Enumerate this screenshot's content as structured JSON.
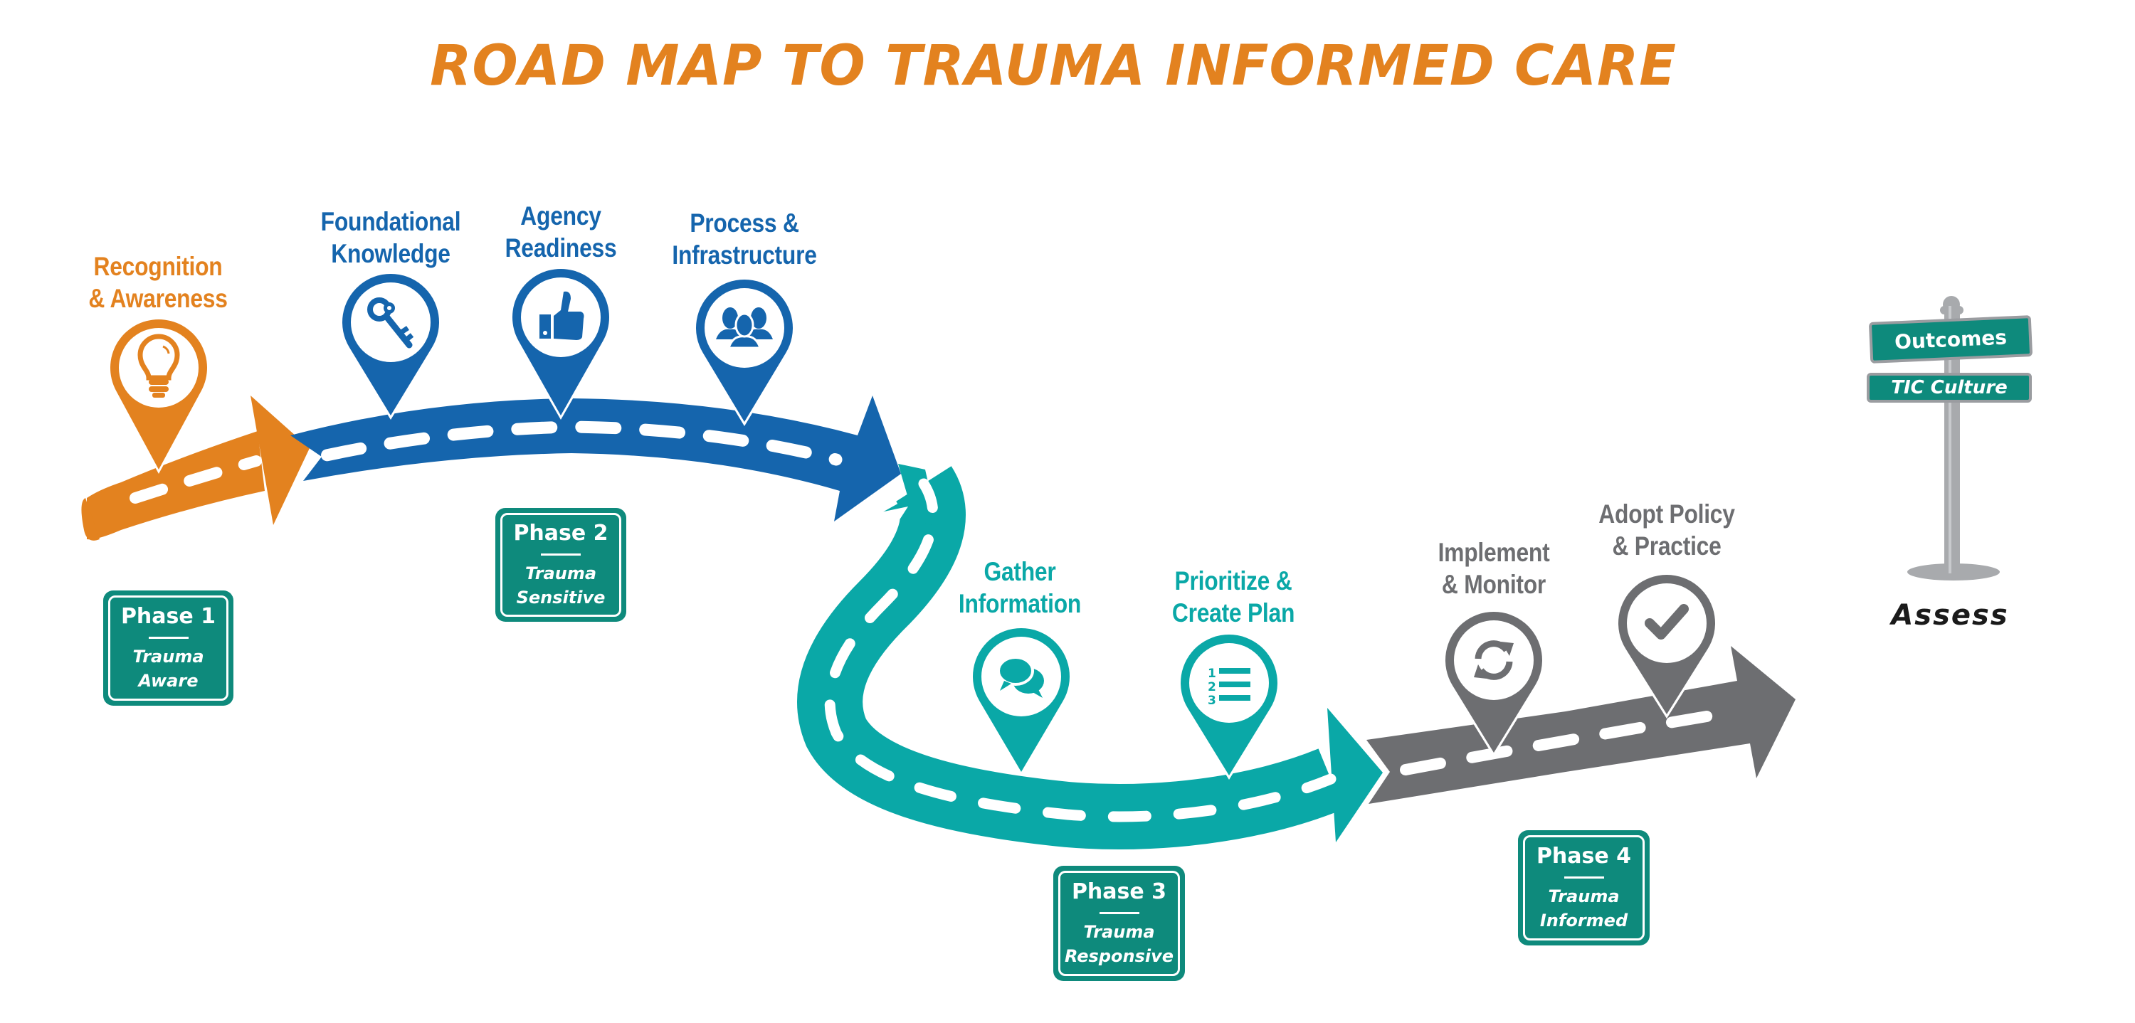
{
  "title": "ROAD MAP TO TRAUMA INFORMED CARE",
  "colors": {
    "orange": "#E3821F",
    "blue": "#1565AD",
    "teal": "#0AA8A7",
    "gray": "#6D6E71",
    "sign_green": "#0E8A7C"
  },
  "milestones": [
    {
      "id": "recognition",
      "line1": "Recognition",
      "line2": "& Awareness",
      "icon": "lightbulb-icon",
      "phase": 1,
      "color": "orange"
    },
    {
      "id": "foundational",
      "line1": "Foundational",
      "line2": "Knowledge",
      "icon": "key-icon",
      "phase": 2,
      "color": "blue"
    },
    {
      "id": "agency",
      "line1": "Agency",
      "line2": "Readiness",
      "icon": "thumbs-up-icon",
      "phase": 2,
      "color": "blue"
    },
    {
      "id": "process",
      "line1": "Process &",
      "line2": "Infrastructure",
      "icon": "people-group-icon",
      "phase": 2,
      "color": "blue"
    },
    {
      "id": "gather",
      "line1": "Gather",
      "line2": "Information",
      "icon": "chat-bubbles-icon",
      "phase": 3,
      "color": "teal"
    },
    {
      "id": "prioritize",
      "line1": "Prioritize &",
      "line2": "Create Plan",
      "icon": "numbered-list-icon",
      "phase": 3,
      "color": "teal"
    },
    {
      "id": "implement",
      "line1": "Implement",
      "line2": "& Monitor",
      "icon": "refresh-cycle-icon",
      "phase": 4,
      "color": "gray"
    },
    {
      "id": "adopt",
      "line1": "Adopt Policy",
      "line2": "& Practice",
      "icon": "checkmark-icon",
      "phase": 4,
      "color": "gray"
    }
  ],
  "phases": [
    {
      "title": "Phase 1",
      "line1": "Trauma",
      "line2": "Aware"
    },
    {
      "title": "Phase 2",
      "line1": "Trauma",
      "line2": "Sensitive"
    },
    {
      "title": "Phase 3",
      "line1": "Trauma",
      "line2": "Responsive"
    },
    {
      "title": "Phase 4",
      "line1": "Trauma",
      "line2": "Informed"
    }
  ],
  "signpost": {
    "sign_top": "Outcomes",
    "sign_bottom": "TIC Culture",
    "caption": "Assess"
  }
}
